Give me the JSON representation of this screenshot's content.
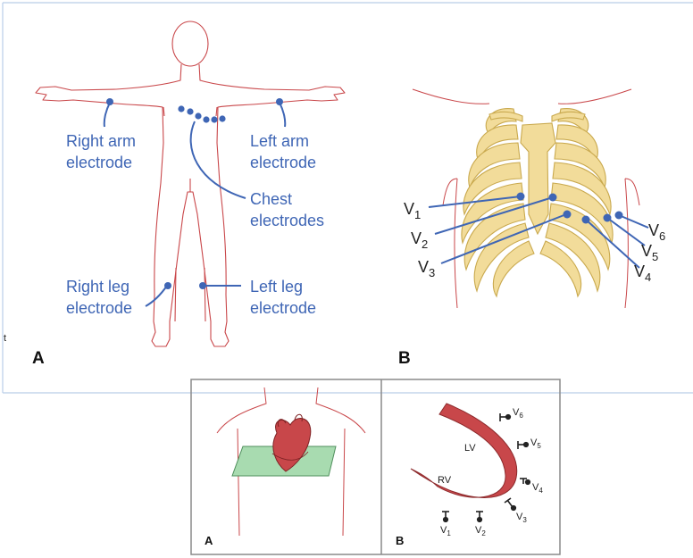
{
  "figure_top": {
    "panel_a": {
      "letter": "A",
      "stray_mark": "t",
      "labels": {
        "right_arm": [
          "Right arm",
          "electrode"
        ],
        "left_arm": [
          "Left arm",
          "electrode"
        ],
        "chest": [
          "Chest",
          "electrodes"
        ],
        "right_leg": [
          "Right leg",
          "electrode"
        ],
        "left_leg": [
          "Left leg",
          "electrode"
        ]
      }
    },
    "panel_b": {
      "letter": "B",
      "leads": [
        {
          "base": "V",
          "sub": "1"
        },
        {
          "base": "V",
          "sub": "2"
        },
        {
          "base": "V",
          "sub": "3"
        },
        {
          "base": "V",
          "sub": "4"
        },
        {
          "base": "V",
          "sub": "5"
        },
        {
          "base": "V",
          "sub": "6"
        }
      ]
    }
  },
  "figure_bottom": {
    "panel_a": {
      "letter": "A"
    },
    "panel_b": {
      "letter": "B",
      "chambers": [
        "LV",
        "RV"
      ],
      "leads": [
        {
          "base": "V",
          "sub": "1"
        },
        {
          "base": "V",
          "sub": "2"
        },
        {
          "base": "V",
          "sub": "3"
        },
        {
          "base": "V",
          "sub": "4"
        },
        {
          "base": "V",
          "sub": "5"
        },
        {
          "base": "V",
          "sub": "6"
        }
      ]
    }
  },
  "colors": {
    "electrode_blue": "#3f66b5",
    "body_outline": "#c9474a",
    "rib_fill": "#f2dc9a",
    "rib_stroke": "#c9a94e",
    "heart_red": "#c8474a",
    "plane_green": "#a8dbb0",
    "frame_blue": "#b9cde8",
    "frame_gray": "#8a8a8a"
  }
}
